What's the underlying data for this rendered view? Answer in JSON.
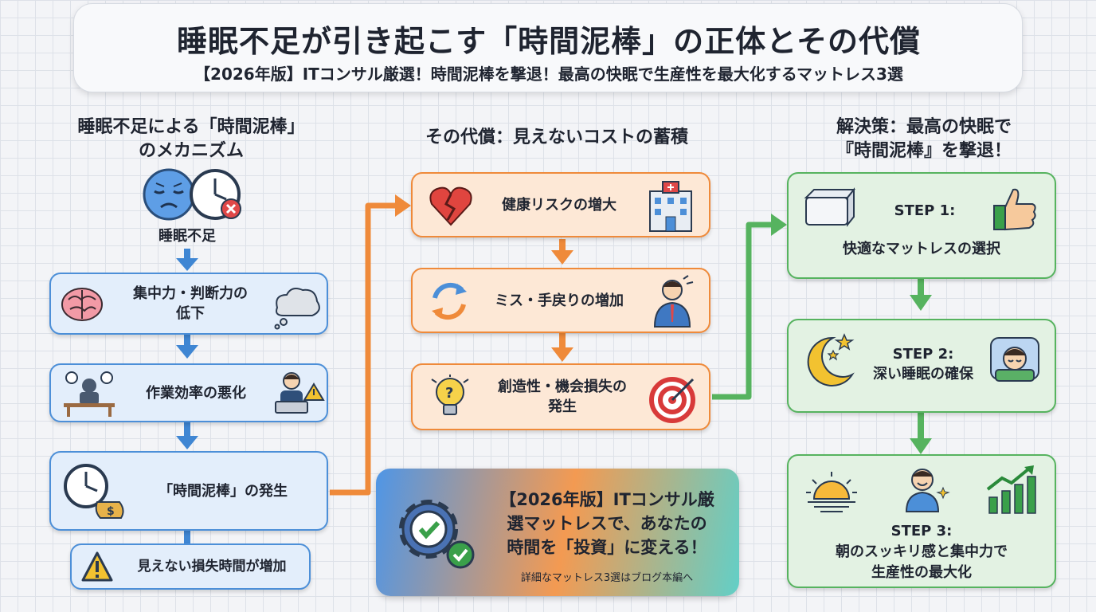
{
  "header": {
    "title": "睡眠不足が引き起こす「時間泥棒」の正体とその代償",
    "subtitle": "【2026年版】ITコンサル厳選！時間泥棒を撃退！最高の快眠で生産性を最大化するマットレス3選"
  },
  "left": {
    "title_line1": "睡眠不足による「時間泥棒」",
    "title_line2": "のメカニズム",
    "sleep_label": "睡眠不足",
    "box1_line1": "集中力・判断力の",
    "box1_line2": "低下",
    "box2": "作業効率の悪化",
    "box3": "「時間泥棒」の発生",
    "box4": "見えない損失時間が増加"
  },
  "middle": {
    "title": "その代償：見えないコストの蓄積",
    "box1": "健康リスクの増大",
    "box2": "ミス・手戻りの増加",
    "box3_line1": "創造性・機会損失の",
    "box3_line2": "発生",
    "promo_line1": "【2026年版】ITコンサル厳",
    "promo_line2": "選マットレスで、あなたの",
    "promo_line3": "時間を「投資」に変える！",
    "promo_note": "詳細なマットレス3選はブログ本編へ"
  },
  "right": {
    "title_line1": "解決策：最高の快眠で",
    "title_line2": "『時間泥棒』を撃退！",
    "step1_label": "STEP 1:",
    "step1_text": "快適なマットレスの選択",
    "step2_label": "STEP 2:",
    "step2_text": "深い睡眠の確保",
    "step3_label": "STEP 3:",
    "step3_line1": "朝のスッキリ感と集中力で",
    "step3_line2": "生産性の最大化"
  },
  "colors": {
    "blue": "#4c8fd8",
    "orange": "#ef8a3a",
    "green": "#56b35f"
  }
}
